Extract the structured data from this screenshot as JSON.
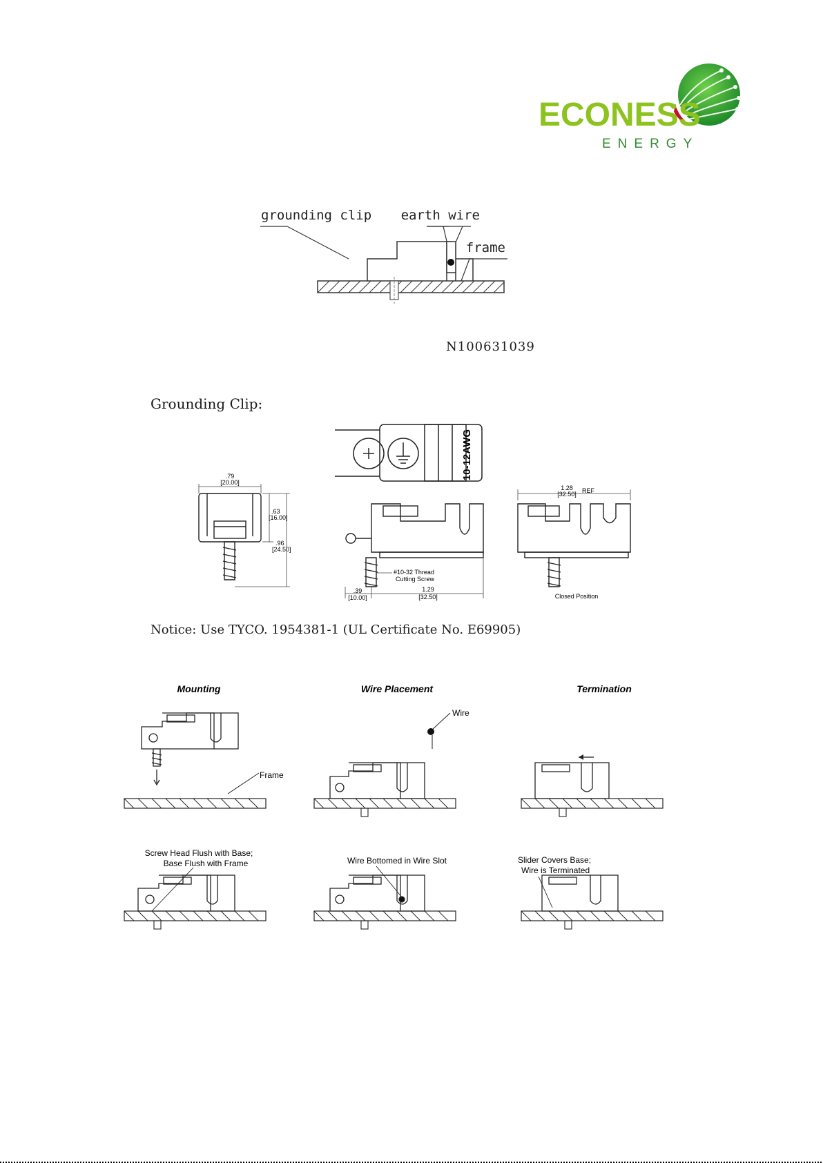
{
  "logo": {
    "brand": "ECONESS",
    "sub": "ENERGY",
    "green": "#8dc21f",
    "dark_green": "#2e8b2e",
    "red": "#c8102e"
  },
  "diagram1": {
    "label_clip": "grounding clip",
    "label_wire": "earth wire",
    "label_frame": "frame"
  },
  "part_number": "N100631039",
  "section_title": "Grounding Clip:",
  "drawing": {
    "dim_width": ".79",
    "dim_width_mm": "[20.00]",
    "dim_height": ".63",
    "dim_height_mm": "[16.00]",
    "dim_total": ".96",
    "dim_total_mm": "[24.50]",
    "awg": "10-12AWG",
    "thread": "#10-32 Thread",
    "thread2": "Cutting Screw",
    "dim_a": ".39",
    "dim_a_mm": "[10.00]",
    "dim_b": "1.29",
    "dim_b_mm": "[32.50]",
    "ref_dim": "1.28",
    "ref_dim_mm": "[32.50]",
    "ref": "REF",
    "closed": "Closed Position"
  },
  "notice": "Notice: Use TYCO. 1954381-1 (UL Certificate No. E69905)",
  "steps": {
    "mounting": "Mounting",
    "wire_placement": "Wire Placement",
    "termination": "Termination",
    "wire": "Wire",
    "frame": "Frame",
    "cap1a": "Screw Head Flush with Base;",
    "cap1b": "Base Flush with Frame",
    "cap2": "Wire Bottomed in Wire Slot",
    "cap3a": "Slider Covers Base;",
    "cap3b": "Wire is Terminated"
  }
}
